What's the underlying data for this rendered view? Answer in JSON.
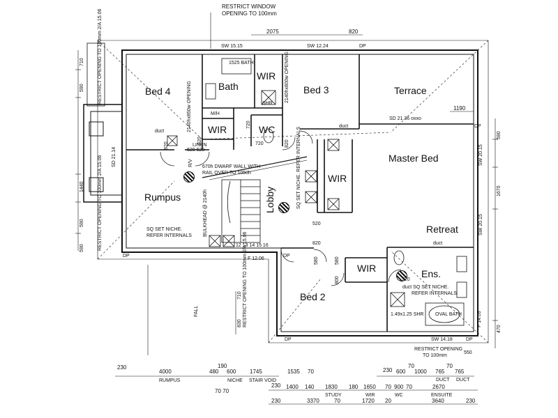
{
  "rooms": {
    "bed4": "Bed 4",
    "bath": "Bath",
    "wir1": "WIR",
    "bed3": "Bed 3",
    "terrace": "Terrace",
    "wir2": "WIR",
    "wc": "WC",
    "master": "Master Bed",
    "rumpus": "Rumpus",
    "lobby": "Lobby",
    "wir3": "WIR",
    "retreat": "Retreat",
    "wir4": "WIR",
    "ens": "Ens.",
    "bed2": "Bed 2"
  },
  "notes": {
    "restrict_top_1": "RESTRICT WINDOW",
    "restrict_top_2": "OPENING TO 100mm",
    "restrict_bottom_1": "RESTRICT OPENING",
    "restrict_bottom_2": "TO 100mm",
    "dwarf_wall_1": "670h DWARF WALL WITH",
    "dwarf_wall_2": "RAIL OVER TO 1050h",
    "niche_rumpus_1": "SQ SET NICHE.",
    "niche_rumpus_2": "REFER INTERNALS",
    "niche_lobby": "SQ SET NICHE. REFER INTERNALS",
    "niche_ens_1": "duct SQ SET NICHE.",
    "niche_ens_2": "REFER INTERNALS",
    "bath_fixture": "1525 BATH",
    "shr": "SHR",
    "mh": "M/H",
    "linen": "LINEN",
    "linen_dims": "620 620",
    "opening_bath": "2140hx850w OPENING",
    "opening_bed3": "2140hx800w OPENING",
    "bulkhead": "BULKHEAD @ 2140h",
    "duct": "duct",
    "rv": "R/V",
    "shr_ens": "1.49x1.25 SHR",
    "oval_bath": "OVAL BATH",
    "fall": "FALL",
    "stair_nums": "12 13 14 15 16"
  },
  "windows": {
    "sw_top_left": "SW 15.15",
    "sw_top_right": "SW 12.24",
    "sd_terrace": "SD 21.36 oxxo",
    "sw_right_1": "SW 20.15",
    "sw_right_2": "SW 20.15",
    "sd_left": "SD 21.14",
    "f_lobby": "F 12.06",
    "f_right": "F 14.09",
    "sw_bottom": "SW 14.18",
    "dp": "DP"
  },
  "restrict_side": [
    {
      "line1": "RESTRICT OPENING",
      "line2": "TO 100mm",
      "line3": "2/A 15.06"
    },
    {
      "line1": "RESTRICT OPENING",
      "line2": "TO 100mm",
      "line3": "2/A 15.06"
    },
    {
      "line1": "RESTRICT OPENING",
      "line2": "TO 100mm",
      "line3": "2/A 15.06"
    }
  ],
  "dimensions": {
    "top": [
      "2075",
      "820"
    ],
    "terrace": "1190",
    "left": [
      "710",
      "590",
      "1440",
      "590",
      "590"
    ],
    "right": [
      "590",
      "1670",
      "470"
    ],
    "lobby_door": "820",
    "door_580_a": "580",
    "door_580_b": "580",
    "door_800": "800",
    "door_820_ens": "720",
    "wc_720": "720",
    "wc_720b": "720",
    "bed4_820": "820",
    "lobby_820": "820",
    "bed3_820": "820",
    "d_520": "520",
    "bed2_left": [
      "710",
      "830"
    ],
    "bottom_right": "550",
    "row1": [
      "230",
      "4000",
      "480",
      "190",
      "600",
      "1745",
      "1535",
      "70"
    ],
    "row1_sub": [
      "RUMPUS",
      "NICHE",
      "STAIR VOID"
    ],
    "row1_below": "70 70",
    "row2": [
      "230",
      "1400",
      "140",
      "1830",
      "180",
      "1650",
      "70",
      "900",
      "70",
      "2670"
    ],
    "row2_top": [
      "230",
      "600",
      "70",
      "1000",
      "765",
      "70",
      "765"
    ],
    "row2_sub": [
      "STUDY",
      "WIR",
      "WC",
      "ENSUITE",
      "DUCT",
      "DUCT"
    ],
    "row3": [
      "230",
      "3370",
      "70",
      "1720",
      "20",
      "3640",
      "230"
    ]
  }
}
